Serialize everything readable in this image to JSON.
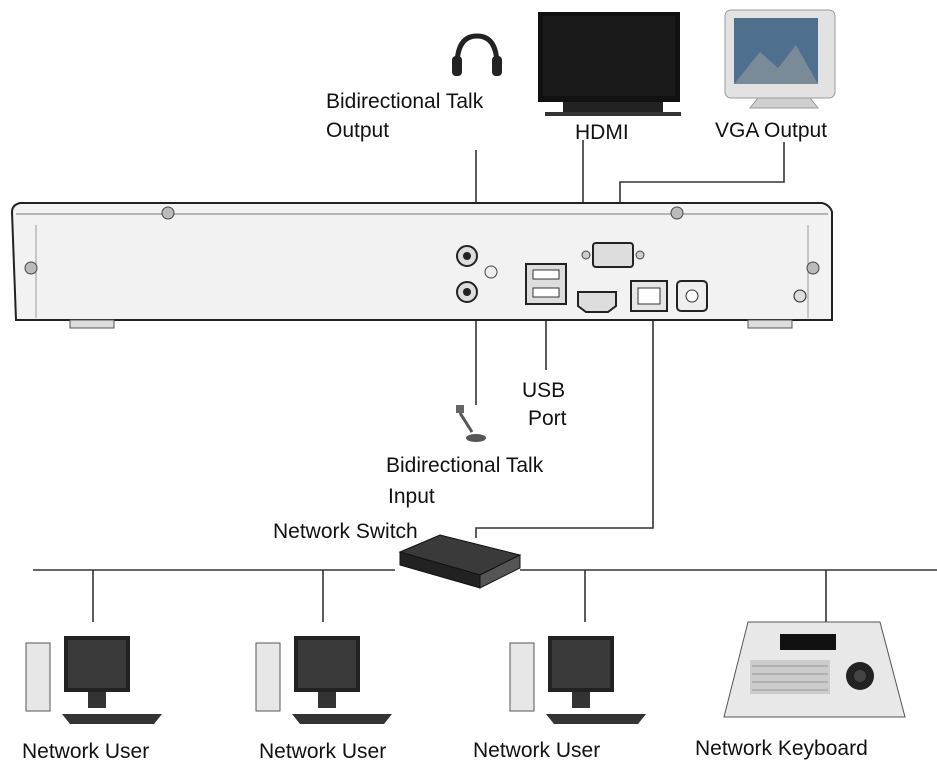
{
  "labels": {
    "talk_output_line1": "Bidirectional Talk",
    "talk_output_line2": "Output",
    "hdmi": "HDMI",
    "vga_output": "VGA Output",
    "usb_line1": "USB",
    "usb_line2": "Port",
    "talk_input_line1": "Bidirectional Talk",
    "talk_input_line2": "Input",
    "network_switch": "Network Switch",
    "network_user_1": "Network User",
    "network_user_2": "Network User",
    "network_user_3": "Network User",
    "network_keyboard": "Network Keyboard"
  },
  "colors": {
    "line": "#333333",
    "device_panel": "#f2f2f2",
    "switch_body": "#2b2b2b",
    "screen": "#111111"
  },
  "icons": {
    "headphones": "headphones-icon",
    "tv": "tv-icon",
    "vga_monitor": "crt-monitor-icon",
    "microphone": "microphone-icon",
    "switch": "network-switch-icon",
    "pc": "desktop-computer-icon",
    "keyboard": "control-keyboard-icon"
  }
}
